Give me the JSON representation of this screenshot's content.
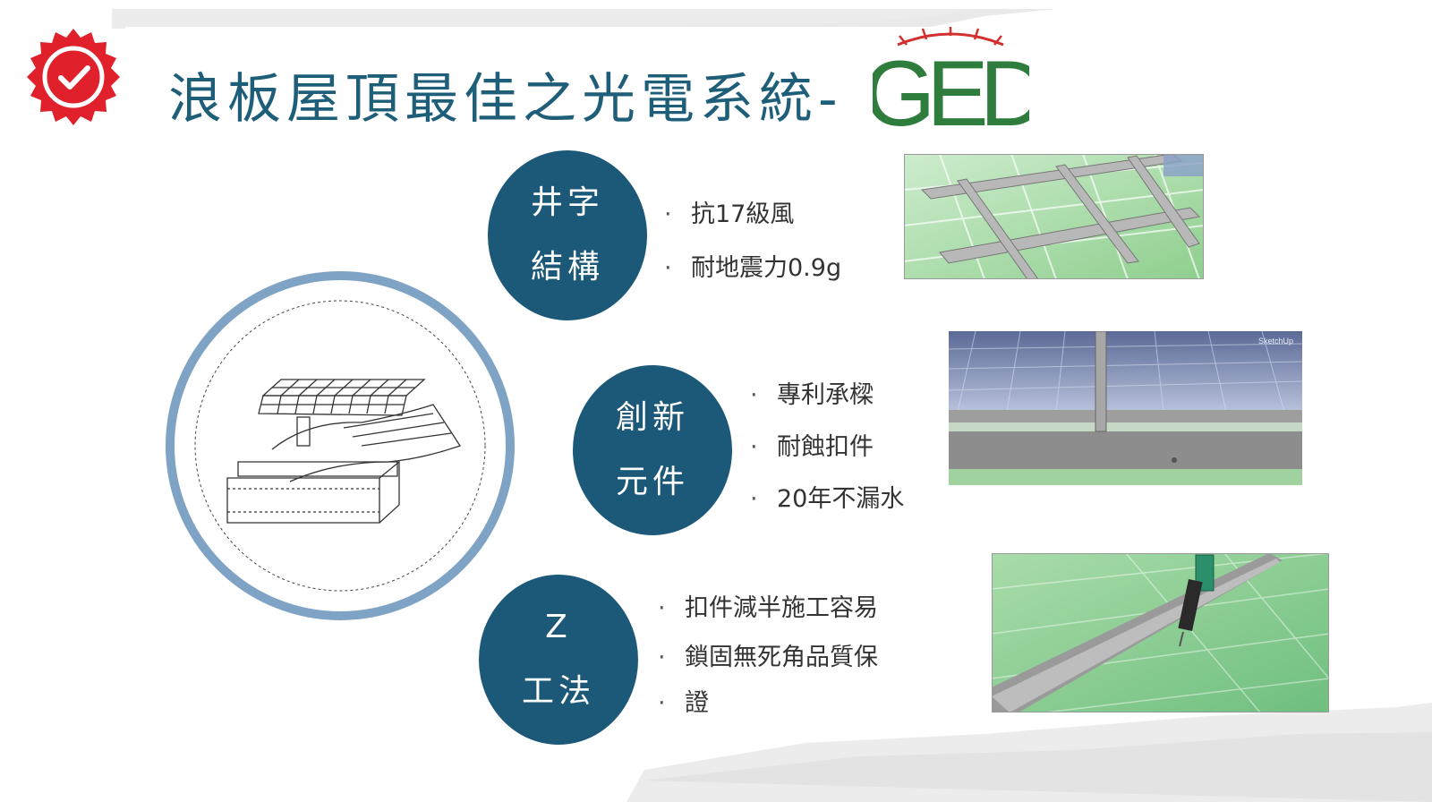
{
  "title": "浪板屋頂最佳之光電系統-",
  "logo_text": "GED",
  "colors": {
    "title": "#1f5e78",
    "circle": "#1c5878",
    "badge": "#e0202a",
    "logo": "#2e7d3c",
    "logo_sun": "#d32f2f",
    "ring": "#7fa3c4"
  },
  "icons": {
    "badge": "check-badge-icon",
    "diagram": "mounting-rail-diagram"
  },
  "sections": [
    {
      "line1": "井字",
      "line2": "結構",
      "bullets": [
        "抗17級風",
        "耐地震力0.9g"
      ],
      "photo": "green-roof-frame-render"
    },
    {
      "line1": "創新",
      "line2": "元件",
      "bullets": [
        "專利承樑",
        "耐蝕扣件",
        "20年不漏水"
      ],
      "photo": "solar-panel-rail-render",
      "photo_watermark": "SketchUp"
    },
    {
      "line1": "Z",
      "line2": "工法",
      "bullets": [
        "扣件減半施工容易",
        "鎖固無死角品質保",
        "證"
      ],
      "photo": "z-rail-drill-render"
    }
  ]
}
